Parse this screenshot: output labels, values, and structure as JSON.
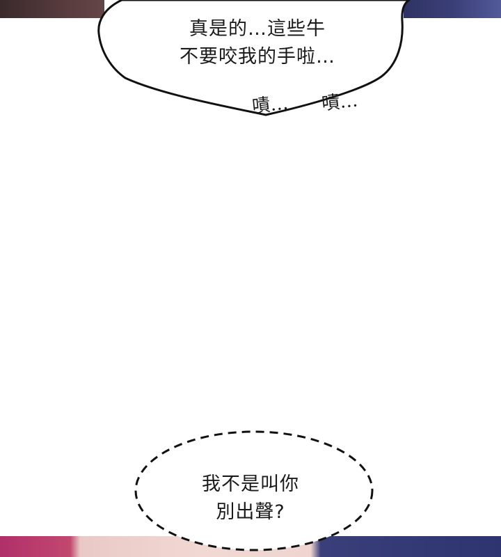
{
  "top_bubble": {
    "line1": "真是的…這些牛",
    "line2": "不要咬我的手啦…"
  },
  "sfx": {
    "left": "嘖…",
    "right": "嘖…"
  },
  "bottom_bubble": {
    "line1": "我不是叫你",
    "line2": "別出聲?"
  },
  "colors": {
    "bubble_fill": "#ffffff",
    "outline": "#111111",
    "text": "#1a1a1a"
  }
}
